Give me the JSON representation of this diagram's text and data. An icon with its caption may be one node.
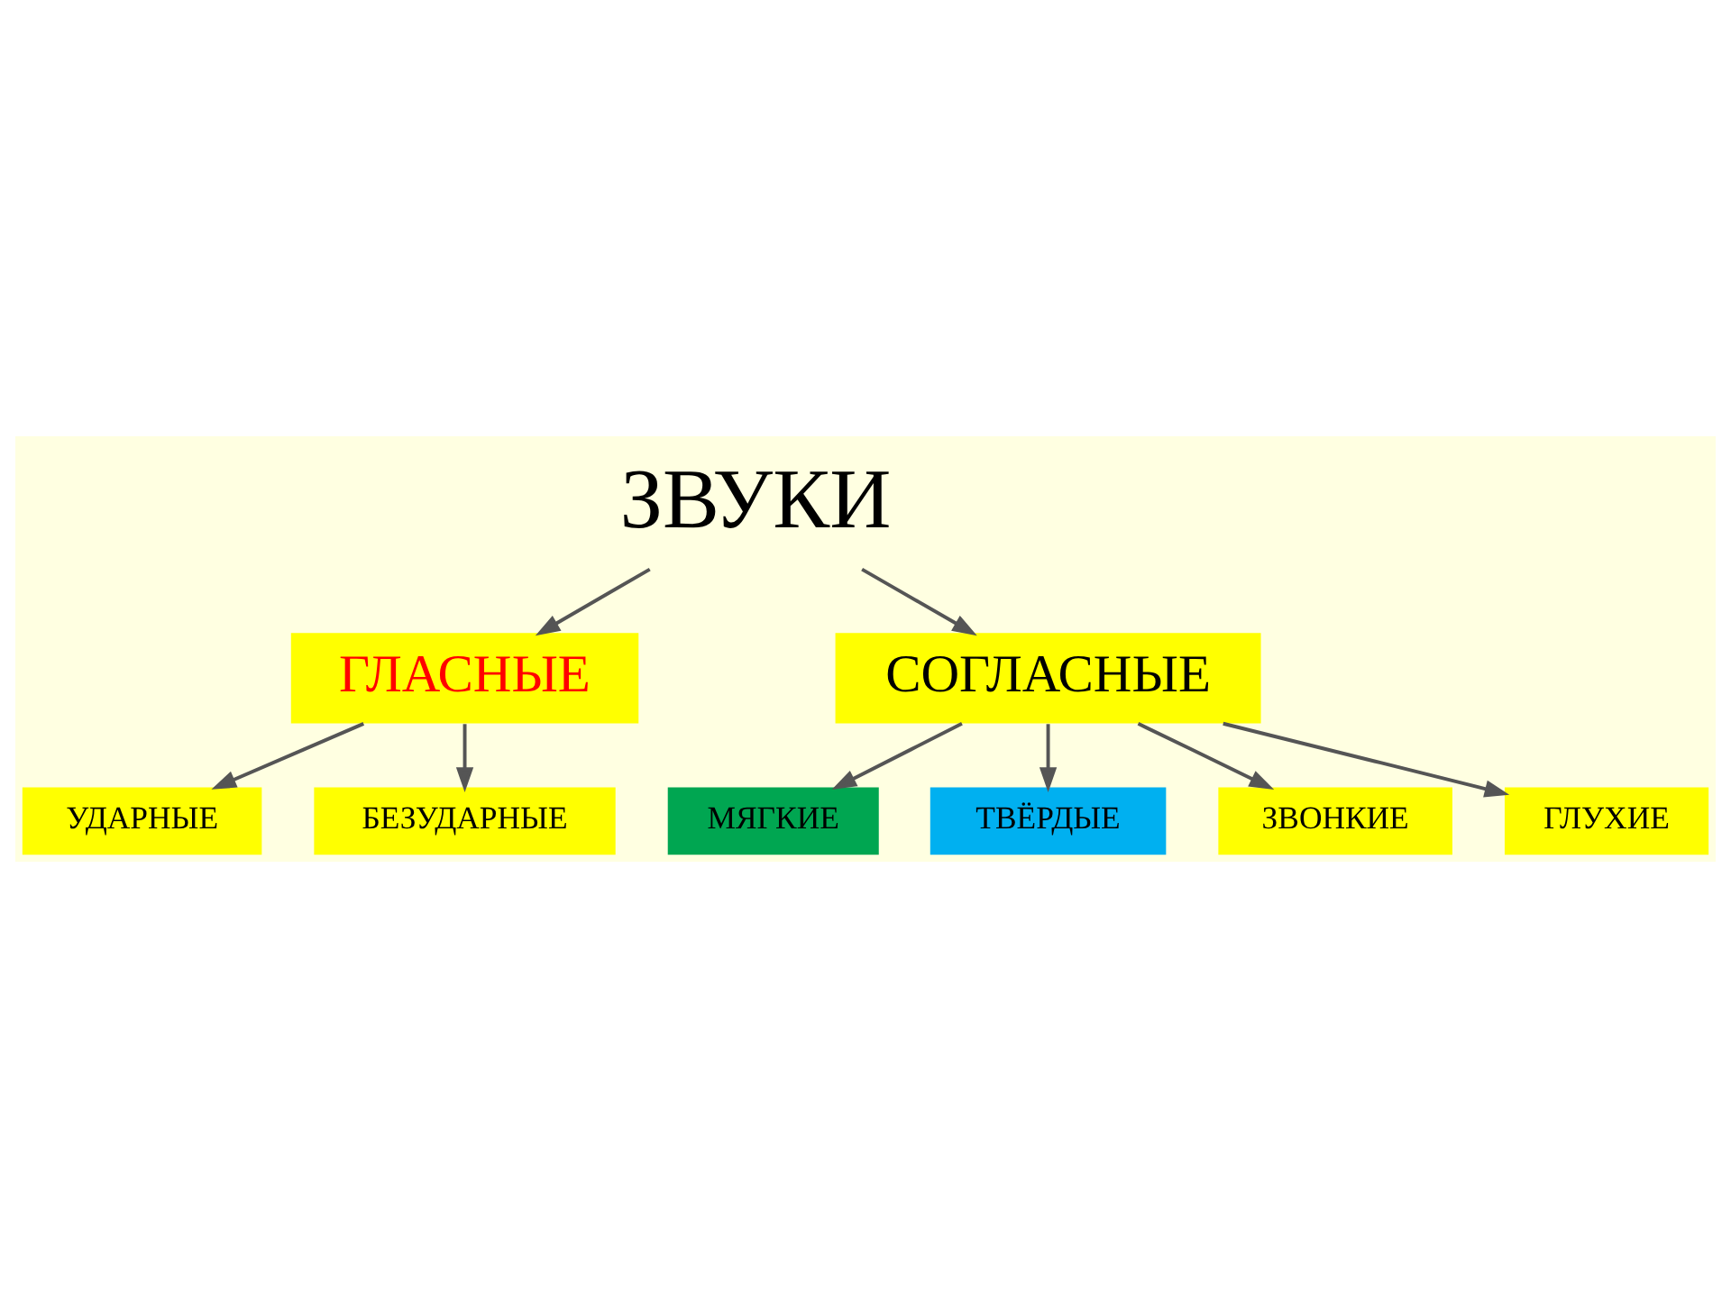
{
  "diagram": {
    "nodes": [
      {
        "text": [
          "ЗВУКИ"
        ]
      },
      {
        "text": [
          "ГЛАСНЫЕ"
        ]
      },
      {
        "text": [
          "СОГЛАСНЫЕ"
        ]
      },
      {
        "text": [
          "УДАРНЫЕ"
        ]
      },
      {
        "text": [
          "БЕЗУДАРНЫЕ"
        ]
      },
      {
        "text": [
          "МЯГКИЕ"
        ]
      },
      {
        "text": [
          "ТВЁРДЫЕ"
        ]
      },
      {
        "text": [
          "ЗВОНКИЕ"
        ]
      },
      {
        "text": [
          "ГЛУХИЕ"
        ]
      }
    ],
    "edges": [
      {
        "from": 0,
        "to": 1,
        "arrow": "to"
      },
      {
        "from": 0,
        "to": 2,
        "arrow": "to"
      },
      {
        "from": 1,
        "to": 3,
        "arrow": "to"
      },
      {
        "from": 1,
        "to": 4,
        "arrow": "to"
      },
      {
        "from": 2,
        "to": 5,
        "arrow": "to"
      },
      {
        "from": 2,
        "to": 7,
        "arrow": "to"
      },
      {
        "from": 2,
        "to": 8,
        "arrow": "to"
      },
      {
        "from": 2,
        "to": 6,
        "arrow": "to"
      }
    ]
  }
}
